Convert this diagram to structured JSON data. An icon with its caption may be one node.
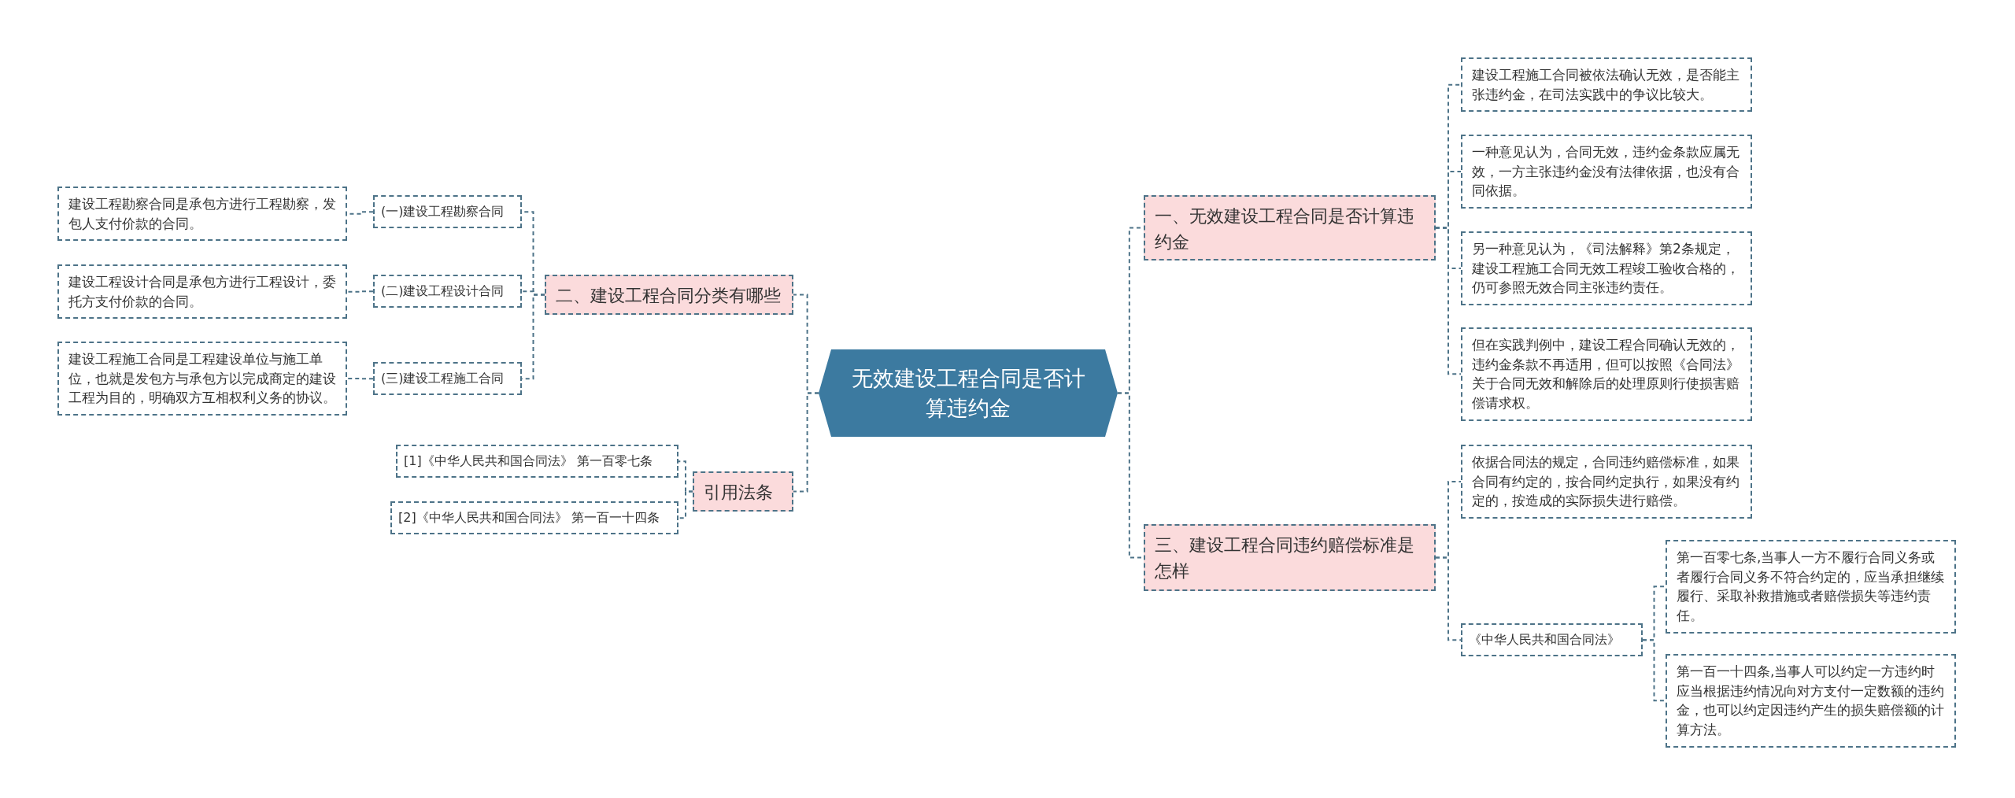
{
  "diagram": {
    "nodes": [
      {
        "text": [
          "无效建设工程合同是否计算违约金"
        ]
      },
      {
        "text": [
          "一、无效建设工程合同是否计算违约金"
        ]
      },
      {
        "text": [
          "建设工程施工合同被依法确认无效，是否能主张违约金，在司法实践中的争议比较大。"
        ]
      },
      {
        "text": [
          "一种意见认为，合同无效，违约金条款应属无效，一方主张违约金没有法律依据，也没有合同依据。"
        ]
      },
      {
        "text": [
          "另一种意见认为，《司法解释》第2条规定，建设工程施工合同无效工程竣工验收合格的，仍可参照无效合同主张违约责任。"
        ]
      },
      {
        "text": [
          "但在实践判例中，建设工程合同确认无效的，违约金条款不再适用，但可以按照《合同法》关于合同无效和解除后的处理原则行使损害赔偿请求权。"
        ]
      },
      {
        "text": [
          "二、建设工程合同分类有哪些"
        ]
      },
      {
        "text": [
          "(一)建设工程勘察合同"
        ]
      },
      {
        "text": [
          "建设工程勘察合同是承包方进行工程勘察，发包人支付价款的合同。"
        ]
      },
      {
        "text": [
          "(二)建设工程设计合同"
        ]
      },
      {
        "text": [
          "建设工程设计合同是承包方进行工程设计，委托方支付价款的合同。"
        ]
      },
      {
        "text": [
          "(三)建设工程施工合同"
        ]
      },
      {
        "text": [
          "建设工程施工合同是工程建设单位与施工单位，也就是发包方与承包方以完成商定的建设工程为目的，明确双方互相权利义务的协议。"
        ]
      },
      {
        "text": [
          "引用法条"
        ]
      },
      {
        "text": [
          "[1]《中华人民共和国合同法》 第一百零七条"
        ]
      },
      {
        "text": [
          "[2]《中华人民共和国合同法》 第一百一十四条"
        ]
      },
      {
        "text": [
          "三、建设工程合同违约赔偿标准是怎样"
        ]
      },
      {
        "text": [
          "依据合同法的规定，合同违约赔偿标准，如果合同有约定的，按合同约定执行，如果没有约定的，按造成的实际损失进行赔偿。"
        ]
      },
      {
        "text": [
          "《中华人民共和国合同法》"
        ]
      },
      {
        "text": [
          "第一百零七条,当事人一方不履行合同义务或者履行合同义务不符合约定的，应当承担继续履行、采取补救措施或者赔偿损失等违约责任。"
        ]
      },
      {
        "text": [
          "第一百一十四条,当事人可以约定一方违约时应当根据违约情况向对方支付一定数额的违约金，也可以约定因违约产生的损失赔偿额的计算方法。"
        ]
      }
    ],
    "edges": [
      {
        "from": 0,
        "to": 1,
        "arrow": "none"
      },
      {
        "from": 1,
        "to": 2,
        "arrow": "none"
      },
      {
        "from": 1,
        "to": 3,
        "arrow": "none"
      },
      {
        "from": 1,
        "to": 4,
        "arrow": "none"
      },
      {
        "from": 1,
        "to": 5,
        "arrow": "none"
      },
      {
        "from": 0,
        "to": 6,
        "arrow": "none"
      },
      {
        "from": 6,
        "to": 7,
        "arrow": "none"
      },
      {
        "from": 7,
        "to": 8,
        "arrow": "none"
      },
      {
        "from": 6,
        "to": 9,
        "arrow": "none"
      },
      {
        "from": 9,
        "to": 10,
        "arrow": "none"
      },
      {
        "from": 6,
        "to": 11,
        "arrow": "none"
      },
      {
        "from": 11,
        "to": 12,
        "arrow": "none"
      },
      {
        "from": 0,
        "to": 13,
        "arrow": "none"
      },
      {
        "from": 13,
        "to": 14,
        "arrow": "none"
      },
      {
        "from": 13,
        "to": 15,
        "arrow": "none"
      },
      {
        "from": 0,
        "to": 16,
        "arrow": "none"
      },
      {
        "from": 16,
        "to": 17,
        "arrow": "none"
      },
      {
        "from": 16,
        "to": 18,
        "arrow": "none"
      },
      {
        "from": 18,
        "to": 19,
        "arrow": "none"
      },
      {
        "from": 18,
        "to": 20,
        "arrow": "none"
      }
    ]
  }
}
